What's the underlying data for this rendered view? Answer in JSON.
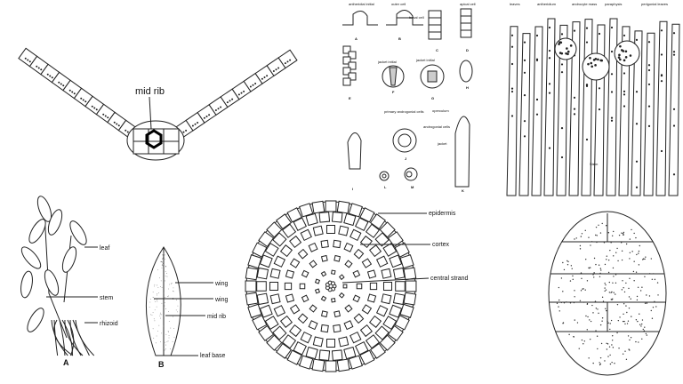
{
  "leaf_section": {
    "label_midrib": "mid rib"
  },
  "antheridium_development": {
    "labels": {
      "antheridial_initial": "antheridial initial",
      "outer_cell": "outer cell",
      "basal_cell": "basal cell",
      "apical_cell": "apical cell",
      "jacket_initial_f": "jacket initial",
      "jacket_initial_g": "jacket initial",
      "primary_androgonial_cells": "primary androgonial cells",
      "operculum": "operculum",
      "androgonial_cells": "androgonial cells",
      "jacket": "jacket"
    },
    "stages": [
      "A",
      "B",
      "C",
      "D",
      "E",
      "F",
      "G",
      "H",
      "I",
      "J",
      "K",
      "L",
      "M"
    ]
  },
  "antheridial_head": {
    "labels": [
      "leaves",
      "antheridium",
      "androcyte mass",
      "paraphysis",
      "perigonial leaves"
    ],
    "stem_label": "Stem"
  },
  "moss_plant": {
    "labels": {
      "leaf": "leaf",
      "stem": "stem",
      "rhizoid": "rhizoid"
    },
    "figure": "A"
  },
  "moss_leaf": {
    "labels": {
      "wing1": "wing",
      "wing2": "wing",
      "midrib": "mid rib",
      "leaf_base": "leaf base"
    },
    "figure": "B"
  },
  "stem_section": {
    "labels": {
      "epidermis": "epidermis",
      "cortex": "cortex",
      "central_strand": "central strand"
    }
  }
}
